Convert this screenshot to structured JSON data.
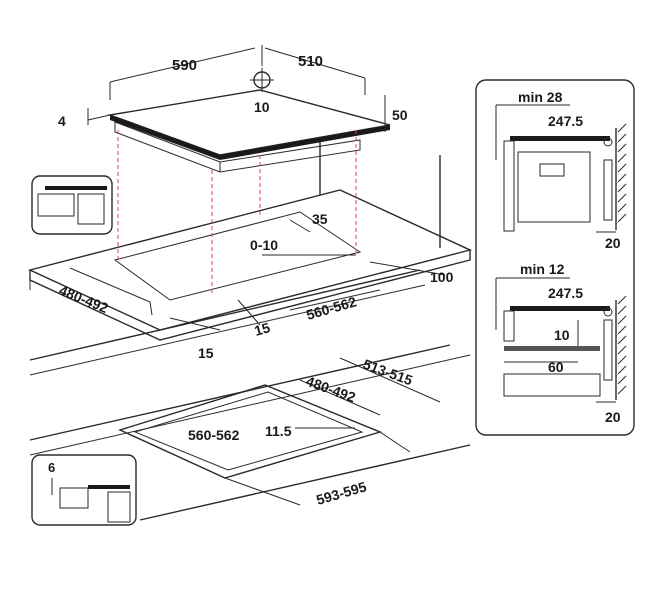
{
  "top_view": {
    "width": "590",
    "depth": "510",
    "hole": "10",
    "thickness": "4",
    "height": "50"
  },
  "cutout_view": {
    "edge_back": "35",
    "tolerance": "0-10",
    "edge_front": "100",
    "depth_range": "480-492",
    "side_a": "15",
    "side_b": "15",
    "width_range": "560-562"
  },
  "flush_view": {
    "outer_depth": "513-515",
    "inner_depth": "480-492",
    "inner_width": "560-562",
    "step": "11.5",
    "outer_width": "593-595",
    "recess": "6"
  },
  "side_panel": {
    "top_min": "min 28",
    "top_depth": "247.5",
    "top_wall": "20",
    "bottom_min": "min 12",
    "bottom_depth": "247.5",
    "bottom_gap": "10",
    "bottom_shelf": "60",
    "bottom_wall": "20"
  },
  "colors": {
    "stroke": "#2a2a2a",
    "hidden_line": "#e0405a",
    "panel_fill": "#c8c8c8",
    "hob_top": "#1a1a1a"
  }
}
